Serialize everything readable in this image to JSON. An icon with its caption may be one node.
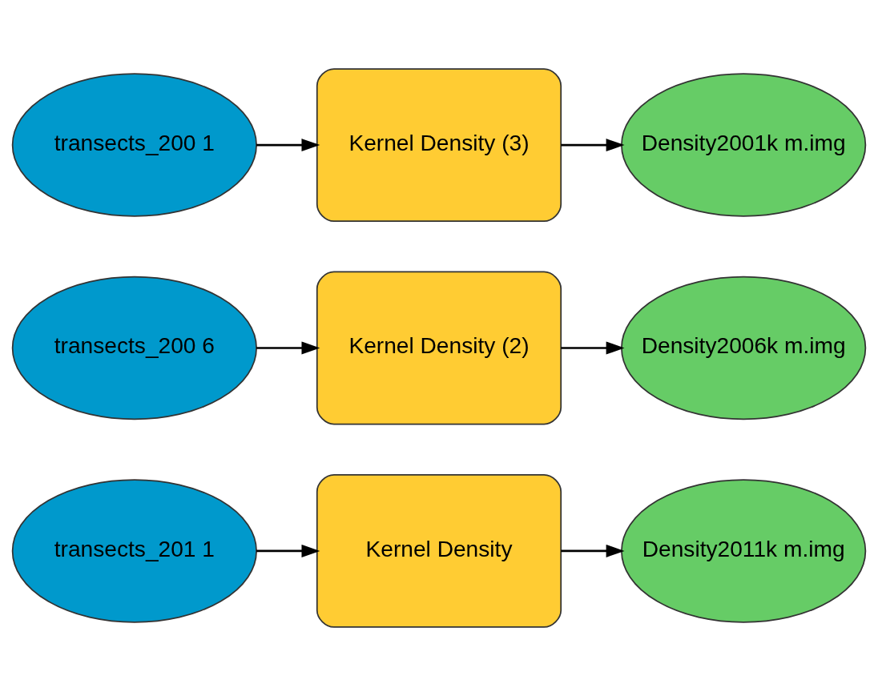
{
  "diagram": {
    "nodes": [
      {
        "text": [
          "transects_201 1"
        ]
      },
      {
        "text": [
          "Kernel Density"
        ]
      },
      {
        "text": [
          "Density2011k m.img"
        ]
      },
      {
        "text": [
          "transects_200 6"
        ]
      },
      {
        "text": [
          "Kernel Density (2)"
        ]
      },
      {
        "text": [
          "Density2006k m.img"
        ]
      },
      {
        "text": [
          "transects_200 1"
        ]
      },
      {
        "text": [
          "Kernel Density (3)"
        ]
      },
      {
        "text": [
          "Density2001k m.img"
        ]
      }
    ],
    "edges": [
      {
        "from": 0,
        "to": 1,
        "arrow": "to"
      },
      {
        "from": 1,
        "to": 2,
        "arrow": "to"
      },
      {
        "from": 3,
        "to": 4,
        "arrow": "to"
      },
      {
        "from": 4,
        "to": 5,
        "arrow": "to"
      },
      {
        "from": 6,
        "to": 7,
        "arrow": "to"
      },
      {
        "from": 7,
        "to": 8,
        "arrow": "to"
      }
    ]
  }
}
